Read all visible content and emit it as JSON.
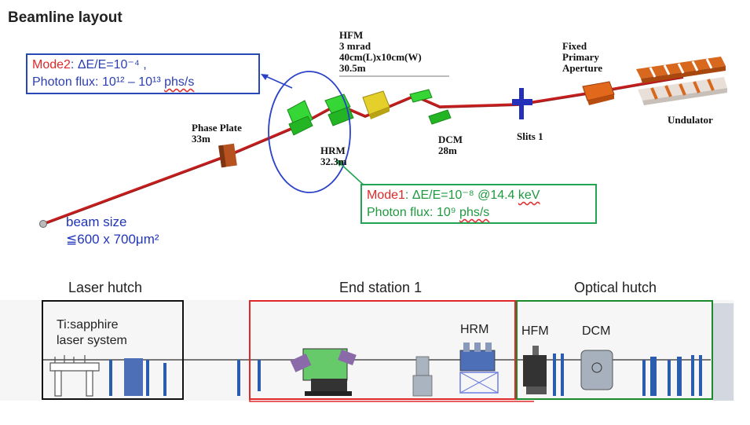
{
  "title": "Beamline layout",
  "mode2": {
    "label": "Mode2",
    "resolution": ": ΔE/E=10⁻⁴ ,",
    "flux_prefix": "Photon flux: 10¹² – 10¹³ ",
    "flux_unit": "phs/s"
  },
  "mode1": {
    "label": "Mode1",
    "resolution": ": ΔE/E=10⁻⁸ @14.4 ",
    "energy_unit": "keV",
    "flux_prefix": "Photon flux: 10⁹ ",
    "flux_unit": "phs/s"
  },
  "components": {
    "hfm": [
      "HFM",
      "3 mrad",
      "40cm(L)x10cm(W)",
      "30.5m"
    ],
    "fixed_aperture": [
      "Fixed",
      "Primary",
      "Aperture"
    ],
    "undulator": "Undulator",
    "phase_plate": [
      "Phase Plate",
      "33m"
    ],
    "hrm": [
      "HRM",
      "32.3m"
    ],
    "dcm": [
      "DCM",
      "28m"
    ],
    "slits": "Slits 1"
  },
  "beam_size": [
    "beam size",
    "≦600 x 700μm²"
  ],
  "hutches": {
    "laser": "Laser hutch",
    "end_station": "End station 1",
    "optical": "Optical hutch"
  },
  "hutch_labels": {
    "laser_system": [
      "Ti:sapphire",
      "laser system"
    ],
    "hrm": "HRM",
    "hfm": "HFM",
    "dcm": "DCM"
  },
  "colors": {
    "beam": "#c41e1e",
    "mirror": "#2fd12f",
    "mode2_border": "#2948b8",
    "mode1_border": "#23a455",
    "end_station_border": "#e02828",
    "optical_border": "#1a8a2a",
    "laser_border": "#111111"
  }
}
